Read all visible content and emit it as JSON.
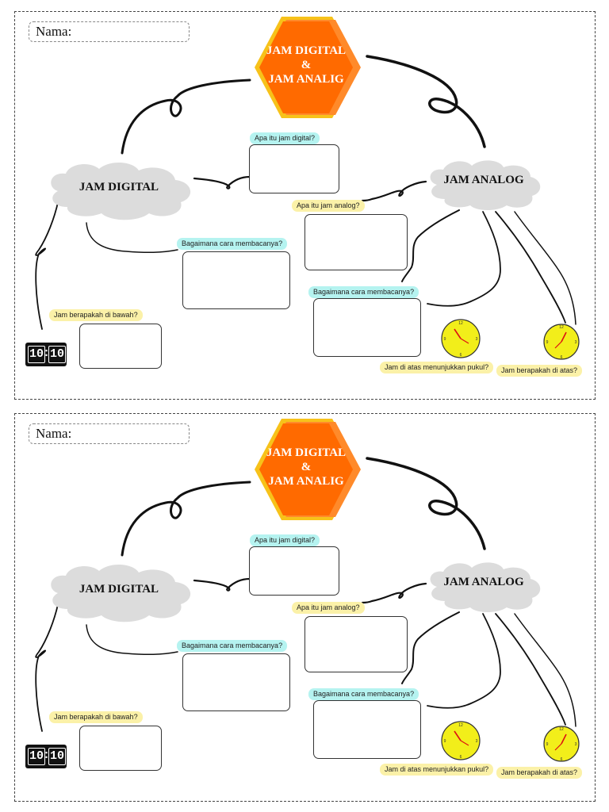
{
  "worksheet": {
    "name_label": "Nama:",
    "title_line1": "JAM DIGITAL",
    "title_amp": "&",
    "title_line2": "JAM ANALIG",
    "digital_label": "JAM DIGITAL",
    "analog_label": "JAM ANALOG",
    "q_apa_digital": "Apa itu jam digital?",
    "q_cara_digital": "Bagaimana cara membacanya?",
    "q_bawah": "Jam berapakah di bawah?",
    "q_apa_analog": "Apa itu jam analog?",
    "q_cara_analog": "Bagaimana cara membacanya?",
    "q_pukul": "Jam di atas menunjukkan pukul?",
    "q_atas": "Jam berapakah di atas?",
    "digital_clock_hours": "10",
    "digital_clock_sep": ":",
    "digital_clock_minutes": "10"
  },
  "colors": {
    "hex_orange": "#ff6a00",
    "hex_yellow": "#f7c21a",
    "cloud_gray": "#dcdcdc",
    "tag_cyan": "#b5f3f0",
    "tag_yellow": "#fbf1a8",
    "clock_face": "#f2ee1a"
  },
  "icons": [
    "hexagon-title-icon",
    "cloud-icon",
    "digital-clock-icon",
    "analog-clock-icon"
  ]
}
